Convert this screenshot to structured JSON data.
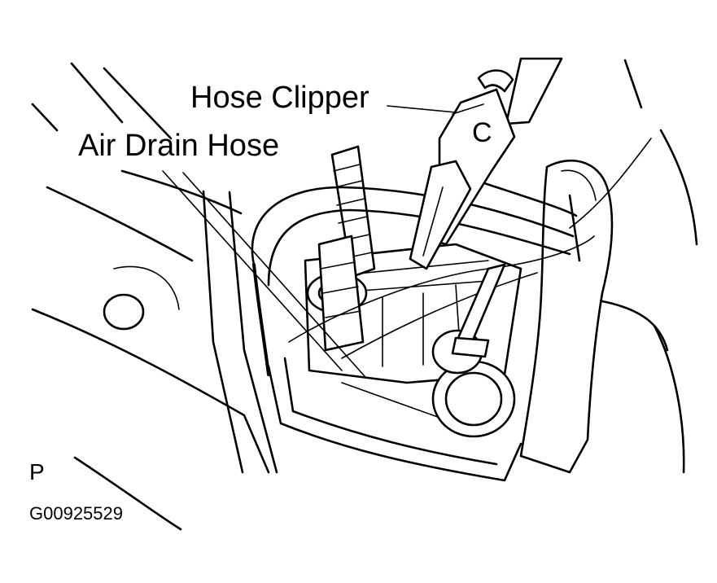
{
  "labels": {
    "hose_clipper": "Hose Clipper",
    "air_drain_hose": "Air Drain Hose",
    "view_marker": "P",
    "figure_code": "G00925529"
  },
  "clipper_letter": "C",
  "colors": {
    "ink": "#000000",
    "paper": "#ffffff"
  }
}
